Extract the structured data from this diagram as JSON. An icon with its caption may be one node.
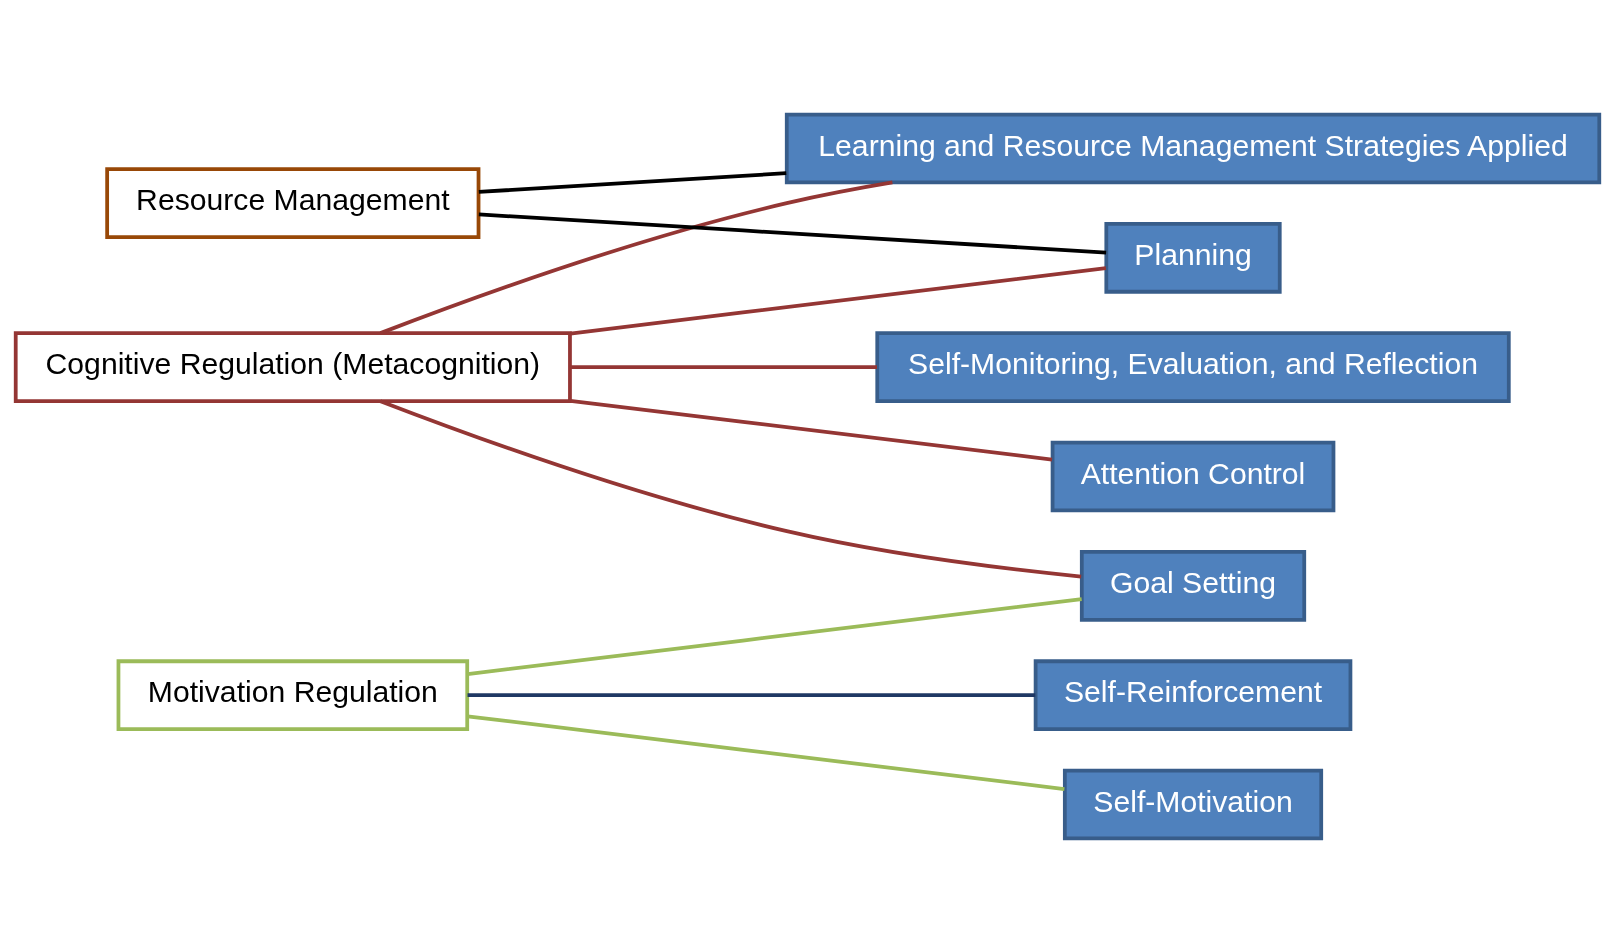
{
  "diagram": {
    "nodes": [
      {
        "text": [
          "Goal Setting"
        ]
      },
      {
        "text": [
          "Planning"
        ]
      },
      {
        "text": [
          "Self-Motivation"
        ]
      },
      {
        "text": [
          "Attention Control"
        ]
      },
      {
        "text": [
          "Learning and Resource Management Strategies Applied"
        ]
      },
      {
        "text": [
          "Self-Monitoring, Evaluation, and Reflection"
        ]
      },
      {
        "text": [
          "Self-Reinforcement"
        ]
      },
      {
        "text": [
          "Cognitive Regulation (Metacognition)"
        ]
      },
      {
        "text": [
          "Resource Management"
        ]
      },
      {
        "text": [
          "Motivation Regulation"
        ]
      }
    ],
    "edges": [
      {
        "from": 7,
        "to": 0,
        "arrow": "none"
      },
      {
        "from": 7,
        "to": 1,
        "arrow": "none"
      },
      {
        "from": 7,
        "to": 3,
        "arrow": "none"
      },
      {
        "from": 7,
        "to": 4,
        "arrow": "none"
      },
      {
        "from": 7,
        "to": 5,
        "arrow": "none"
      },
      {
        "from": 8,
        "to": 1,
        "arrow": "none",
        "color": "#000000"
      },
      {
        "from": 8,
        "to": 4,
        "arrow": "none",
        "color": "#000000"
      },
      {
        "from": 9,
        "to": 0,
        "arrow": "none",
        "color": "#9bbb59"
      },
      {
        "from": 9,
        "to": 2,
        "arrow": "none",
        "color": "#9bbb59"
      },
      {
        "from": 9,
        "to": 6,
        "arrow": "none",
        "color": "#1f3864"
      }
    ]
  }
}
